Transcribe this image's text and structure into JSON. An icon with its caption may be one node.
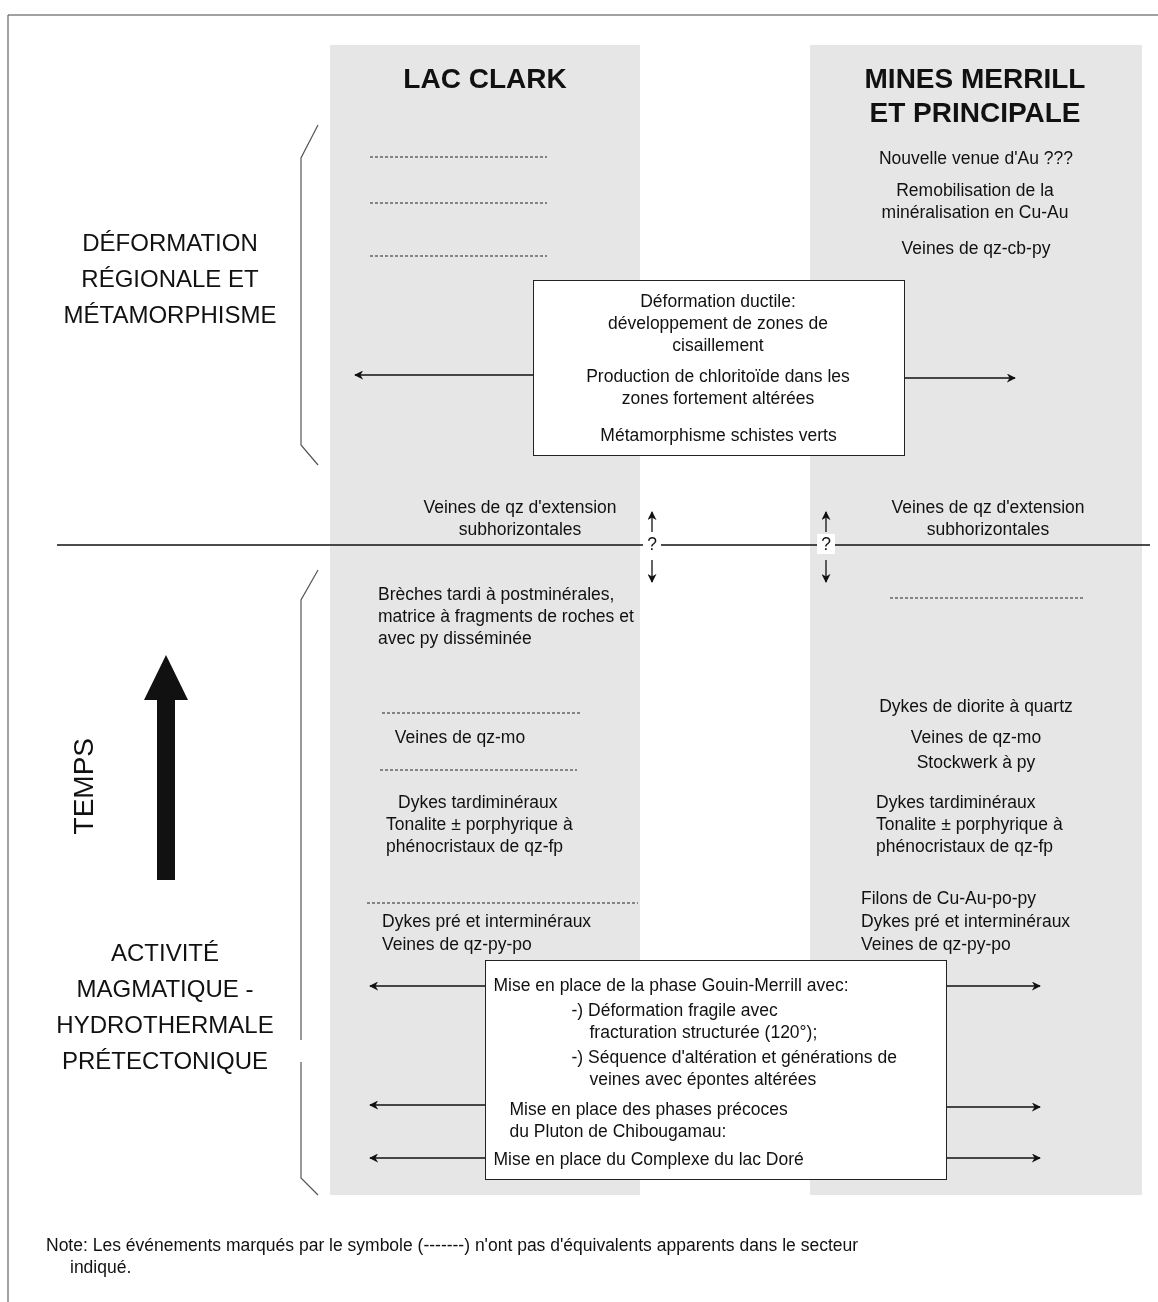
{
  "diagram": {
    "nodes": [
      {
        "text": [
          "LAC CLARK",
          "Brèches tardi à postminérales, matrice à fragments de roches et avec py disséminée",
          "Veines de qz-mo",
          "Dykes tardiminéraux",
          "Tonalite ± porphyrique à phénocristaux de qz-fp",
          "Dykes pré et interminéraux",
          "Veines de qz-py-po"
        ]
      },
      {
        "text": [
          "MINES MERRILL ET PRINCIPALE",
          "Nouvelle venue d'Au ???",
          "Remobilisation de la minéralisation en Cu-Au",
          "Veines de qz-cb-py",
          "Dykes de diorite à quartz",
          "Veines de qz-mo",
          "Stockwerk à py",
          "Dykes tardiminéraux",
          "Tonalite ± porphyrique à phénocristaux de qz-fp",
          "Filons de Cu-Au-po-py",
          "Dykes pré et interminéraux",
          "Veines de qz-py-po"
        ]
      },
      {
        "text": [
          "Déformation ductile: développement de zones de cisaillement",
          "Production de chloritoïde dans les zones fortement altérées",
          "Métamorphisme schistes verts"
        ]
      },
      {
        "text": [
          "Mise en place de la phase Gouin-Merrill avec:",
          "-) Déformation fragile avec fracturation structurée (120°);",
          "-) Séquence d'altération et générations de veines avec épontes altérées",
          "Mise en place des phases précoces du Pluton de Chibougamau:",
          "Mise en place du Complexe du lac Doré"
        ]
      }
    ],
    "edges": [
      {
        "from": 2,
        "to": 0,
        "arrow": "to"
      },
      {
        "from": 2,
        "to": 1,
        "arrow": "to"
      },
      {
        "from": 3,
        "to": 0,
        "arrow": "to"
      },
      {
        "from": 3,
        "to": 1,
        "arrow": "to"
      },
      {
        "from": 3,
        "to": 0,
        "arrow": "to"
      },
      {
        "from": 3,
        "to": 1,
        "arrow": "to"
      },
      {
        "from": 3,
        "to": 0,
        "arrow": "to"
      },
      {
        "from": 3,
        "to": 1,
        "arrow": "to"
      }
    ],
    "labels": [
      "DÉFORMATION RÉGIONALE ET MÉTAMORPHISME",
      "Veines de qz d'extension subhorizontales",
      "?",
      "?",
      "Veines de qz d'extension subhorizontales",
      "TEMPS",
      "ACTIVITÉ MAGMATIQUE - HYDROTHERMALE PRÉTECTONIQUE",
      "Note: Les événements marqués par le symbole (-------) n'ont pas d'équivalents apparents dans le secteur indiqué."
    ]
  }
}
